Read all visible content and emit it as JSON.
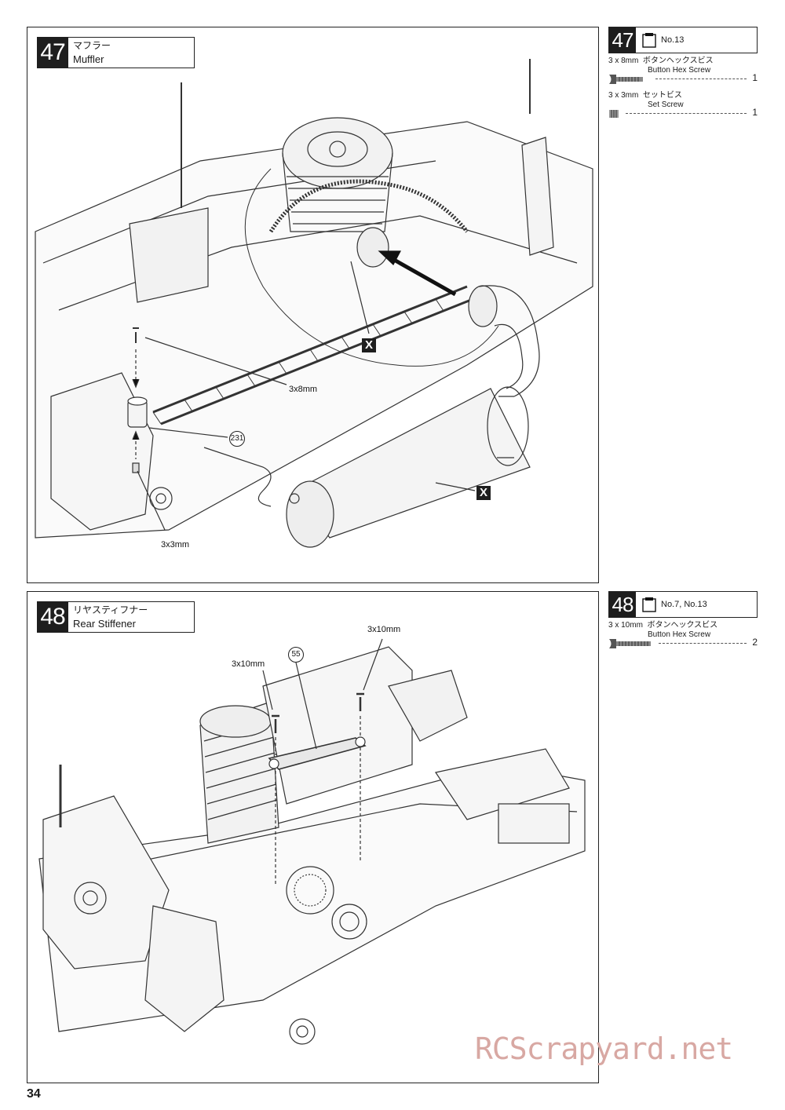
{
  "page_number": "34",
  "watermark": "RCScrapyard.net",
  "step47": {
    "number": "47",
    "title_jp": "マフラー",
    "title_en": "Muffler",
    "callouts": {
      "screw_8mm": "3x8mm",
      "screw_3mm": "3x3mm",
      "part_ref": "231",
      "mark_x": "X"
    }
  },
  "step48": {
    "number": "48",
    "title_jp": "リヤスティフナー",
    "title_en": "Rear Stiffener",
    "callouts": {
      "screw_left": "3x10mm",
      "screw_right": "3x10mm",
      "part_ref": "55"
    }
  },
  "parts47": {
    "number": "47",
    "bag": "No.13",
    "items": [
      {
        "size": "3 x 8mm",
        "name_jp": "ボタンヘックスビス",
        "name_en": "Button Hex Screw",
        "qty": "1"
      },
      {
        "size": "3 x 3mm",
        "name_jp": "セットビス",
        "name_en": "Set Screw",
        "qty": "1"
      }
    ]
  },
  "parts48": {
    "number": "48",
    "bag": "No.7, No.13",
    "items": [
      {
        "size": "3 x 10mm",
        "name_jp": "ボタンヘックスビス",
        "name_en": "Button Hex Screw",
        "qty": "2"
      }
    ]
  }
}
